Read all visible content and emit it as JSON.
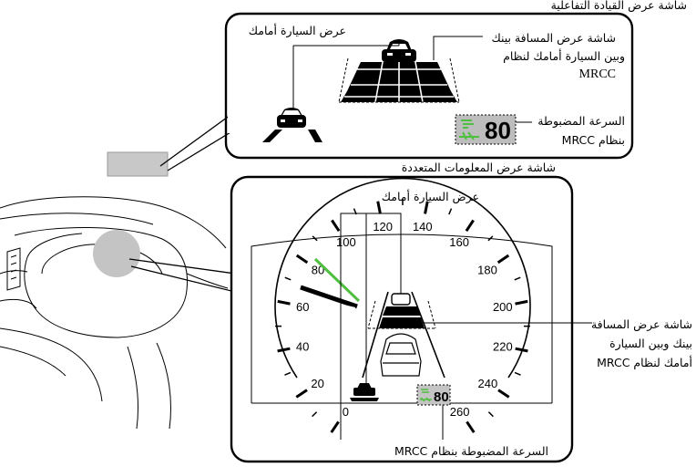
{
  "hud": {
    "title": "شاشة عرض القيادة التفاعلية",
    "car_ahead_label": "عرض السيارة أمامك",
    "distance_label_1": "شاشة عرض المسافة بينك",
    "distance_label_2": "وبين السيارة أمامك لنظام",
    "distance_label_3": "MRCC",
    "speed_label_1": "السرعة المضبوطة",
    "speed_label_2": "بنظام MRCC",
    "set_speed": "80"
  },
  "cluster": {
    "title": "شاشة عرض المعلومات المتعددة",
    "car_ahead_label": "عرض السيارة أمامك",
    "distance_label_1": "شاشة عرض المسافة",
    "distance_label_2": "بينك وبين السيارة",
    "distance_label_3": "أمامك لنظام MRCC",
    "speed_label": "السرعة المضبوطة بنظام MRCC",
    "set_speed": "80",
    "gauge_ticks": [
      "0",
      "20",
      "40",
      "60",
      "80",
      "100",
      "120",
      "140",
      "160",
      "180",
      "200",
      "220",
      "240",
      "260"
    ]
  },
  "colors": {
    "indicator_green": "#4fbf3f",
    "speed_box": "#bdbdbd",
    "hud_screen": "#c8c8c8"
  }
}
